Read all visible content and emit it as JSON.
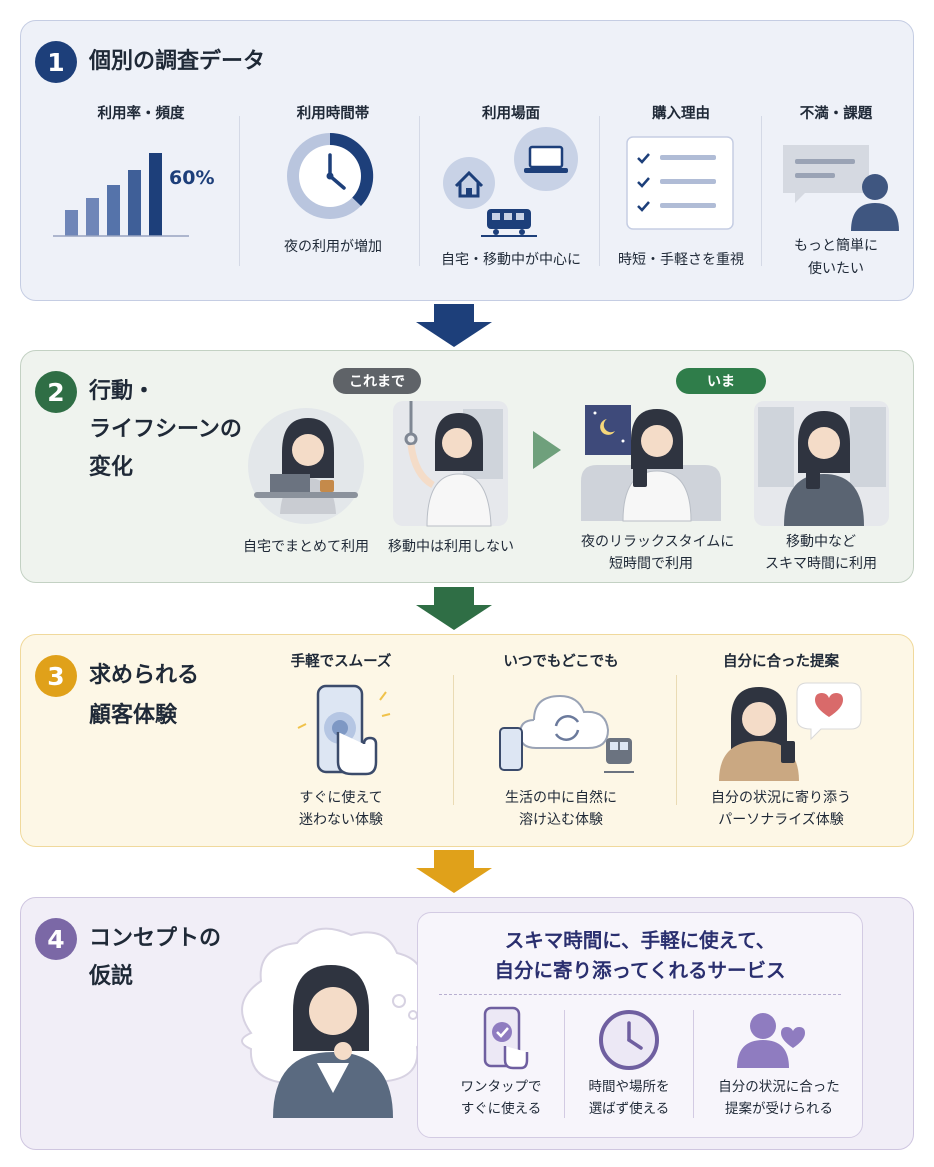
{
  "colors": {
    "navy": "#1d3f7a",
    "green": "#2f6e45",
    "amber": "#e0a11a",
    "purple": "#7b68a6",
    "gray_pill": "#5f6368",
    "green_pill": "#2f7d4a"
  },
  "section1": {
    "number": "1",
    "title": "個別の調査データ",
    "items": [
      {
        "label": "利用率・頻度",
        "caption": "",
        "chart_value": "60%"
      },
      {
        "label": "利用時間帯",
        "caption": "夜の利用が増加"
      },
      {
        "label": "利用場面",
        "caption": "自宅・移動中が中心に"
      },
      {
        "label": "購入理由",
        "caption": "時短・手軽さを重視"
      },
      {
        "label": "不満・課題",
        "caption_line1": "もっと簡単に",
        "caption_line2": "使いたい"
      }
    ]
  },
  "section2": {
    "number": "2",
    "title_line1": "行動・",
    "title_line2": "ライフシーンの",
    "title_line3": "変化",
    "before_label": "これまで",
    "after_label": "いま",
    "scenes": [
      {
        "caption_line1": "自宅でまとめて利用"
      },
      {
        "caption_line1": "移動中は利用しない"
      },
      {
        "caption_line1": "夜のリラックスタイムに",
        "caption_line2": "短時間で利用"
      },
      {
        "caption_line1": "移動中など",
        "caption_line2": "スキマ時間に利用"
      }
    ]
  },
  "section3": {
    "number": "3",
    "title_line1": "求められる",
    "title_line2": "顧客体験",
    "items": [
      {
        "heading": "手軽でスムーズ",
        "caption_line1": "すぐに使えて",
        "caption_line2": "迷わない体験"
      },
      {
        "heading": "いつでもどこでも",
        "caption_line1": "生活の中に自然に",
        "caption_line2": "溶け込む体験"
      },
      {
        "heading": "自分に合った提案",
        "caption_line1": "自分の状況に寄り添う",
        "caption_line2": "パーソナライズ体験"
      }
    ]
  },
  "section4": {
    "number": "4",
    "title_line1": "コンセプトの",
    "title_line2": "仮説",
    "concept_line1": "スキマ時間に、手軽に使えて、",
    "concept_line2": "自分に寄り添ってくれるサービス",
    "items": [
      {
        "caption_line1": "ワンタップで",
        "caption_line2": "すぐに使える"
      },
      {
        "caption_line1": "時間や場所を",
        "caption_line2": "選ばず使える"
      },
      {
        "caption_line1": "自分の状況に合った",
        "caption_line2": "提案が受けられる"
      }
    ]
  }
}
